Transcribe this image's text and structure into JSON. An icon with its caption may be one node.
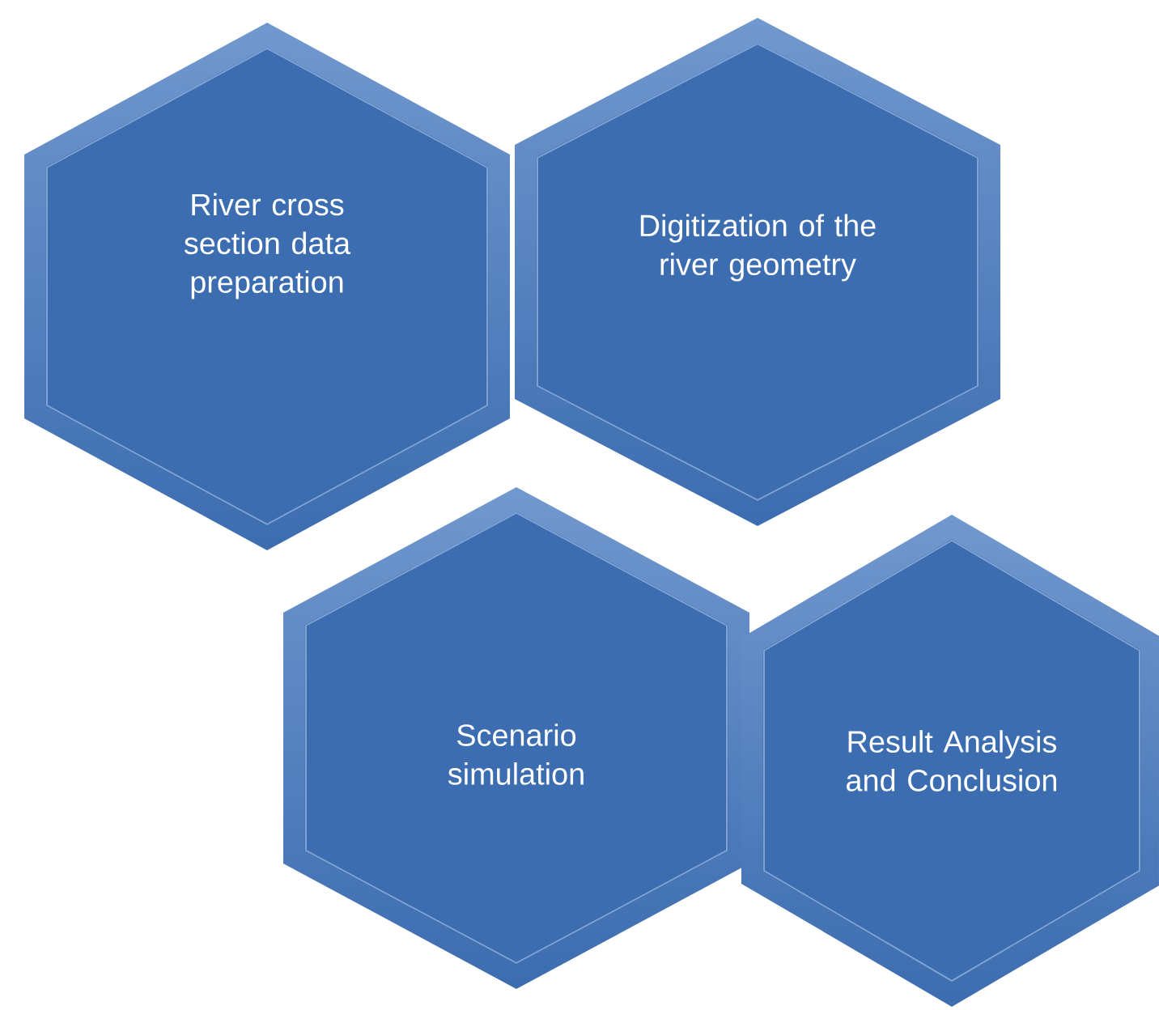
{
  "diagram": {
    "nodes": [
      {
        "text": [
          "River cross section data preparation"
        ]
      },
      {
        "text": [
          "Digitization of the river geometry"
        ]
      },
      {
        "text": [
          "Scenario simulation"
        ]
      },
      {
        "text": [
          "Result Analysis and Conclusion"
        ]
      }
    ]
  }
}
